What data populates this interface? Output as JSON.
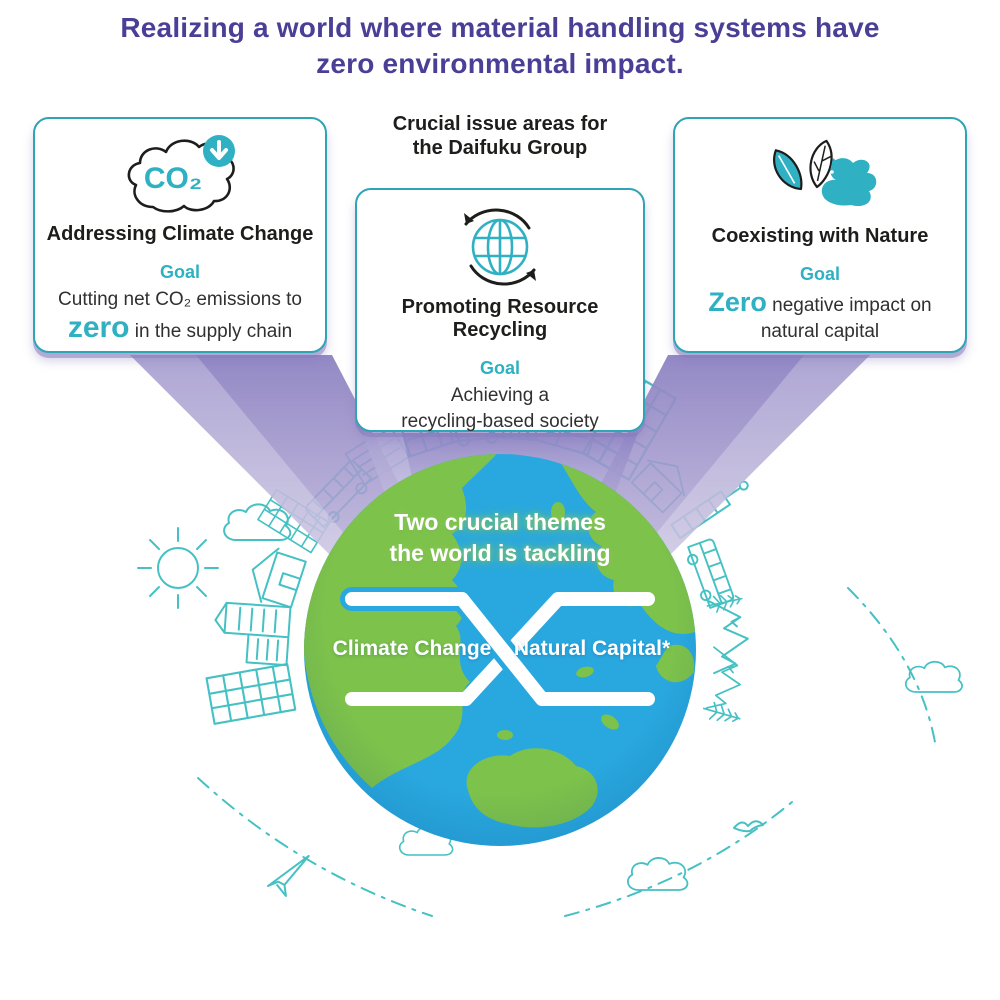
{
  "title": {
    "line1": "Realizing a world where material handling systems have",
    "line2": "zero environmental impact."
  },
  "header": {
    "line1": "Crucial issue areas for",
    "line2": "the Daifuku Group"
  },
  "cards": [
    {
      "icon": "co2-cloud-reduction-icon",
      "icon_text": "CO₂",
      "title": "Addressing Climate Change",
      "goal_label": "Goal",
      "body_line1": "Cutting net CO₂ emissions to",
      "body_highlight": "zero",
      "body_line2": "in the supply chain"
    },
    {
      "icon": "recycling-globe-icon",
      "title": "Promoting Resource Recycling",
      "goal_label": "Goal",
      "body_line1": "Achieving a",
      "body_line2": "recycling-based society"
    },
    {
      "icon": "squirrel-leaves-icon",
      "title": "Coexisting with Nature",
      "goal_label": "Goal",
      "body_highlight": "Zero",
      "body_line1": "negative impact on",
      "body_line2": "natural capital"
    }
  ],
  "globe": {
    "caption_line1": "Two crucial themes",
    "caption_line2": "the world is tackling",
    "label_left": "Climate Change",
    "label_right": "Natural Capital*"
  },
  "background_icons": [
    "sun-icon",
    "cloud-icon",
    "building-icon",
    "house-icon",
    "pine-tree-icon",
    "mountain-icon",
    "airplane-icon",
    "bird-icon",
    "car-icon",
    "bus-icon",
    "tower-icon",
    "balcony-plant-icon",
    "dashed-path"
  ],
  "colors": {
    "title_purple": "#4a3f96",
    "accent_teal": "#2fb0c3",
    "card_border_teal": "#2fa4b5",
    "doodle_teal": "#45c1c4",
    "beam_purple": "#9187c5",
    "ocean_blue": "#29a8df",
    "land_green": "#7dc24b",
    "ink": "#1d1d1b"
  }
}
